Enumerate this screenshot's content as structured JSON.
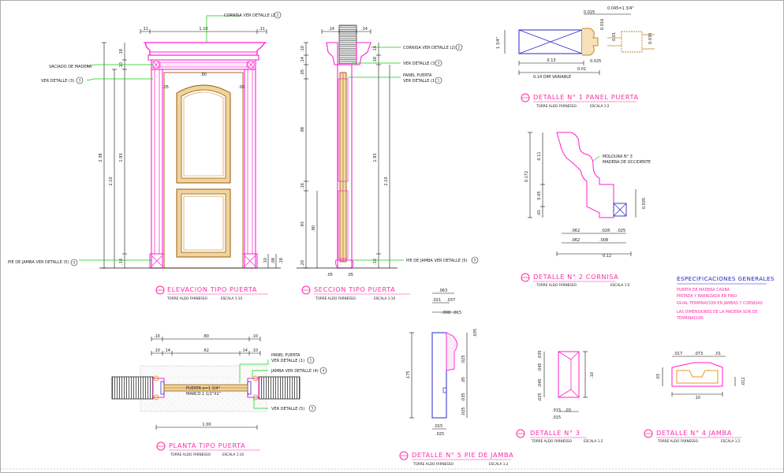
{
  "colors": {
    "magenta": "#ff1fcf",
    "brown": "#9a5a10",
    "orange": "#e89a20",
    "green": "#11cc11",
    "blue": "#2a2acc",
    "title": "#ff2aa8",
    "spec_text": "#cc1a9c",
    "spec_title": "#2222cc"
  },
  "elevation": {
    "title": "ELEVACION TIPO PUERTA",
    "sub": "TORRE ALDO FARNESSO",
    "scale": "ESCALA 1:10",
    "dims": {
      "top_w": "1.10",
      "top_l": ".11",
      "top_r": ".11",
      "h_total": "2.38",
      "h_door": "2.10",
      "h_panel": "1.93",
      "h_cap": ".18",
      "h_frieze": ".10",
      "w_inner": ".80",
      "jamb_l": ".05",
      "jamb_r": ".05",
      "base": ".18",
      "base_b1": ".10",
      "base_b2": ".08",
      "base_b3": ".18"
    },
    "labels": {
      "cornisa": "CORNISA VER DETALLE (2)",
      "vaciado": "VACIADO DE MADERA",
      "ver3": "VER DETALLE (3)",
      "pie": "PIE DE JAMBA VER DETALLE (5)",
      "n2": "2",
      "n3": "3",
      "n5": "5"
    }
  },
  "section": {
    "title": "SECCION TIPO PUERTA",
    "sub": "TORRE ALDO FARNESSO",
    "scale": "ESCALA 1:10",
    "dims": {
      "top_a": ".14",
      "top_b": ".14",
      "l1": ".10",
      "l2": ".14",
      "l3": ".05",
      "l4": ".98",
      "l5": ".16",
      "l6": ".93",
      "l7": ".90",
      "l8": ".20",
      "r1": ".14",
      "r2": ".18",
      "r3": "1.93",
      "r4": "2.10",
      "r5": ".18",
      "b1": ".05",
      "b2": ".05"
    },
    "labels": {
      "cornisa": "CORNISA VER DETALLE (2)",
      "ver3": "VER DETALLE (3)",
      "panel": "PANEL PUERTA",
      "ver1": "VER DETALLE (1)",
      "pie": "PIE DE JAMBA VER DETALLE (5)",
      "n2": "2",
      "n3": "3",
      "n1": "1",
      "n5": "5"
    }
  },
  "plan": {
    "title": "PLANTA TIPO PUERTA",
    "sub": "TORRE ALDO FARNESSO",
    "scale": "ESCALA 1:10",
    "dims": {
      "top": ".10",
      "mid": ".80",
      "top_r": ".10",
      "a": ".10",
      "b": ".14",
      "c": ".62",
      "d": ".14",
      "e": ".10",
      "total": "1.00"
    },
    "labels": {
      "panel": "PANEL PUERTA",
      "ver1": "VER DETALLE (1)",
      "jamba": "JAMBA VER DETALLE (4)",
      "puerta": "PUERTA e=1 3/4\"",
      "marco": "MARCO 1 1/2\"X1\"",
      "ver5": "VER DETALLE (5)",
      "n1": "1",
      "n4": "4",
      "n5": "5"
    }
  },
  "detail1": {
    "title": "DETALLE N° 1 PANEL PUERTA",
    "sub": "TORRE ALDO FARNESSO",
    "scale": "ESCALA 1:2",
    "dims": {
      "t1": "0.045=1 3/4\"",
      "t2": "0.025",
      "t3": "0.016",
      "t4": "0.01",
      "t5": "0.030",
      "w": "0.13",
      "h": "1 3/4\"",
      "s1": "0.025",
      "s2": "0.01",
      "total": "0.14 DIM VARIABLE"
    }
  },
  "detail2": {
    "title": "DETALLE N° 2 CORNISA",
    "sub": "TORRE ALDO FARNESSO",
    "scale": "ESCALA 1:5",
    "note1": "MOLDURA N° 3",
    "note2": "MADERA DE OCCIDENTE",
    "dims": {
      "v1": "0.172",
      "v2": "0.11",
      "v3": "0.05",
      "v4": ".01",
      "v5": "0.035",
      "b1": ".062",
      "b2": ".028",
      "b3": ".025",
      "b4": ".062",
      "b5": ".008",
      "b6": "0.12"
    }
  },
  "detail3": {
    "title": "DETALLE N° 3",
    "sub": "TORRE ALDO FARNESSO",
    "scale": "ESCALA 1:2",
    "dims": {
      "a": ".035",
      "b": ".045",
      "c": ".045",
      "d": ".025",
      "e": ".10",
      "f": ".015",
      "g": ".03"
    }
  },
  "detail4": {
    "title": "DETALLE N° 4 JAMBA",
    "sub": "TORRE ALDO FARNESSO",
    "scale": "ESCALA 1:2",
    "dims": {
      "a": ".017",
      "b": ".073",
      "c": ".01",
      "d": ".03",
      "e": ".012",
      "f": ".10"
    }
  },
  "detail5": {
    "title": "DETALLE N° 5 PIE DE JAMBA",
    "sub": "TORRE ALDO FARNESSO",
    "scale": "ESCALA 1:2",
    "dims": {
      "t1": ".063",
      "t2": ".037",
      "t3": ".021",
      "t4": ".008",
      "t5": ".015",
      "v1": ".175",
      "v2": ".025",
      "v3": ".05",
      "v4": ".035",
      "v5": ".025",
      "v6": ".015",
      "r1": ".035"
    }
  },
  "specs": {
    "title": "ESPECIFICACIONES GENERALES",
    "lines": [
      "PUERTA DE MADERA CAOBA",
      "PINTADA Y BARNIZADA EN PINO",
      "IGUAL TERMINACION EN JAMBAS Y CORNISAS",
      "LAS DIMENSIONES DE LA MADERA SON DE",
      "TERMINACION"
    ]
  }
}
